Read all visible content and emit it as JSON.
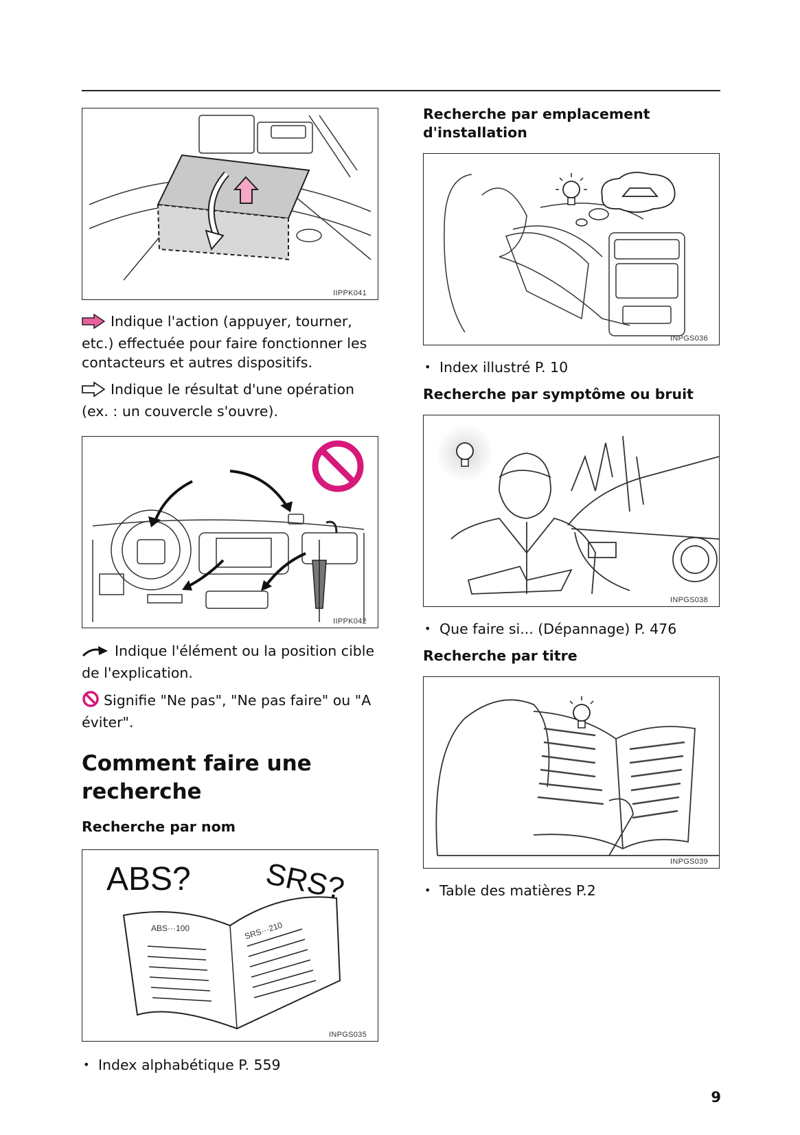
{
  "figures": {
    "fig1_code": "IIPPK041",
    "fig2_code": "IIPPK042",
    "fig3_code": "INPGS035",
    "fig4_code": "INPGS036",
    "fig5_code": "INPGS038",
    "fig6_code": "INPGS039",
    "fig3_labels": {
      "abs": "ABS?",
      "srs": "SRS?",
      "abs_small": "ABS···100",
      "srs_small": "SRS···210"
    }
  },
  "legend": {
    "action_text": "Indique l'action (appuyer, tourner, etc.) effectuée pour faire fonctionner les contacteurs et autres dispositifs.",
    "result_text": "Indique le résultat d'une opération (ex. : un couvercle s'ouvre).",
    "target_text": "Indique l'élément ou la position cible de l'explication.",
    "prohibit_text": "Signifie \"Ne pas\", \"Ne pas faire\" ou \"A éviter\"."
  },
  "section": {
    "title": "Comment faire une recherche",
    "by_name": "Recherche par nom",
    "by_name_bullet": "Index alphabétique P. 559",
    "by_location": "Recherche par emplacement d'installation",
    "by_location_bullet": "Index illustré P. 10",
    "by_symptom": "Recherche par symptôme ou bruit",
    "by_symptom_bullet": "Que faire si... (Dépannage) P. 476",
    "by_title": "Recherche par titre",
    "by_title_bullet": "Table des matières P.2"
  },
  "page_number": "9",
  "colors": {
    "action_arrow": "#e8609b",
    "prohibit": "#d6197a",
    "action_fill": "#f4a7c8"
  },
  "icons": [
    "action-arrow-icon",
    "result-arrow-icon",
    "target-arrow-icon",
    "prohibit-icon",
    "lightbulb-icon"
  ]
}
